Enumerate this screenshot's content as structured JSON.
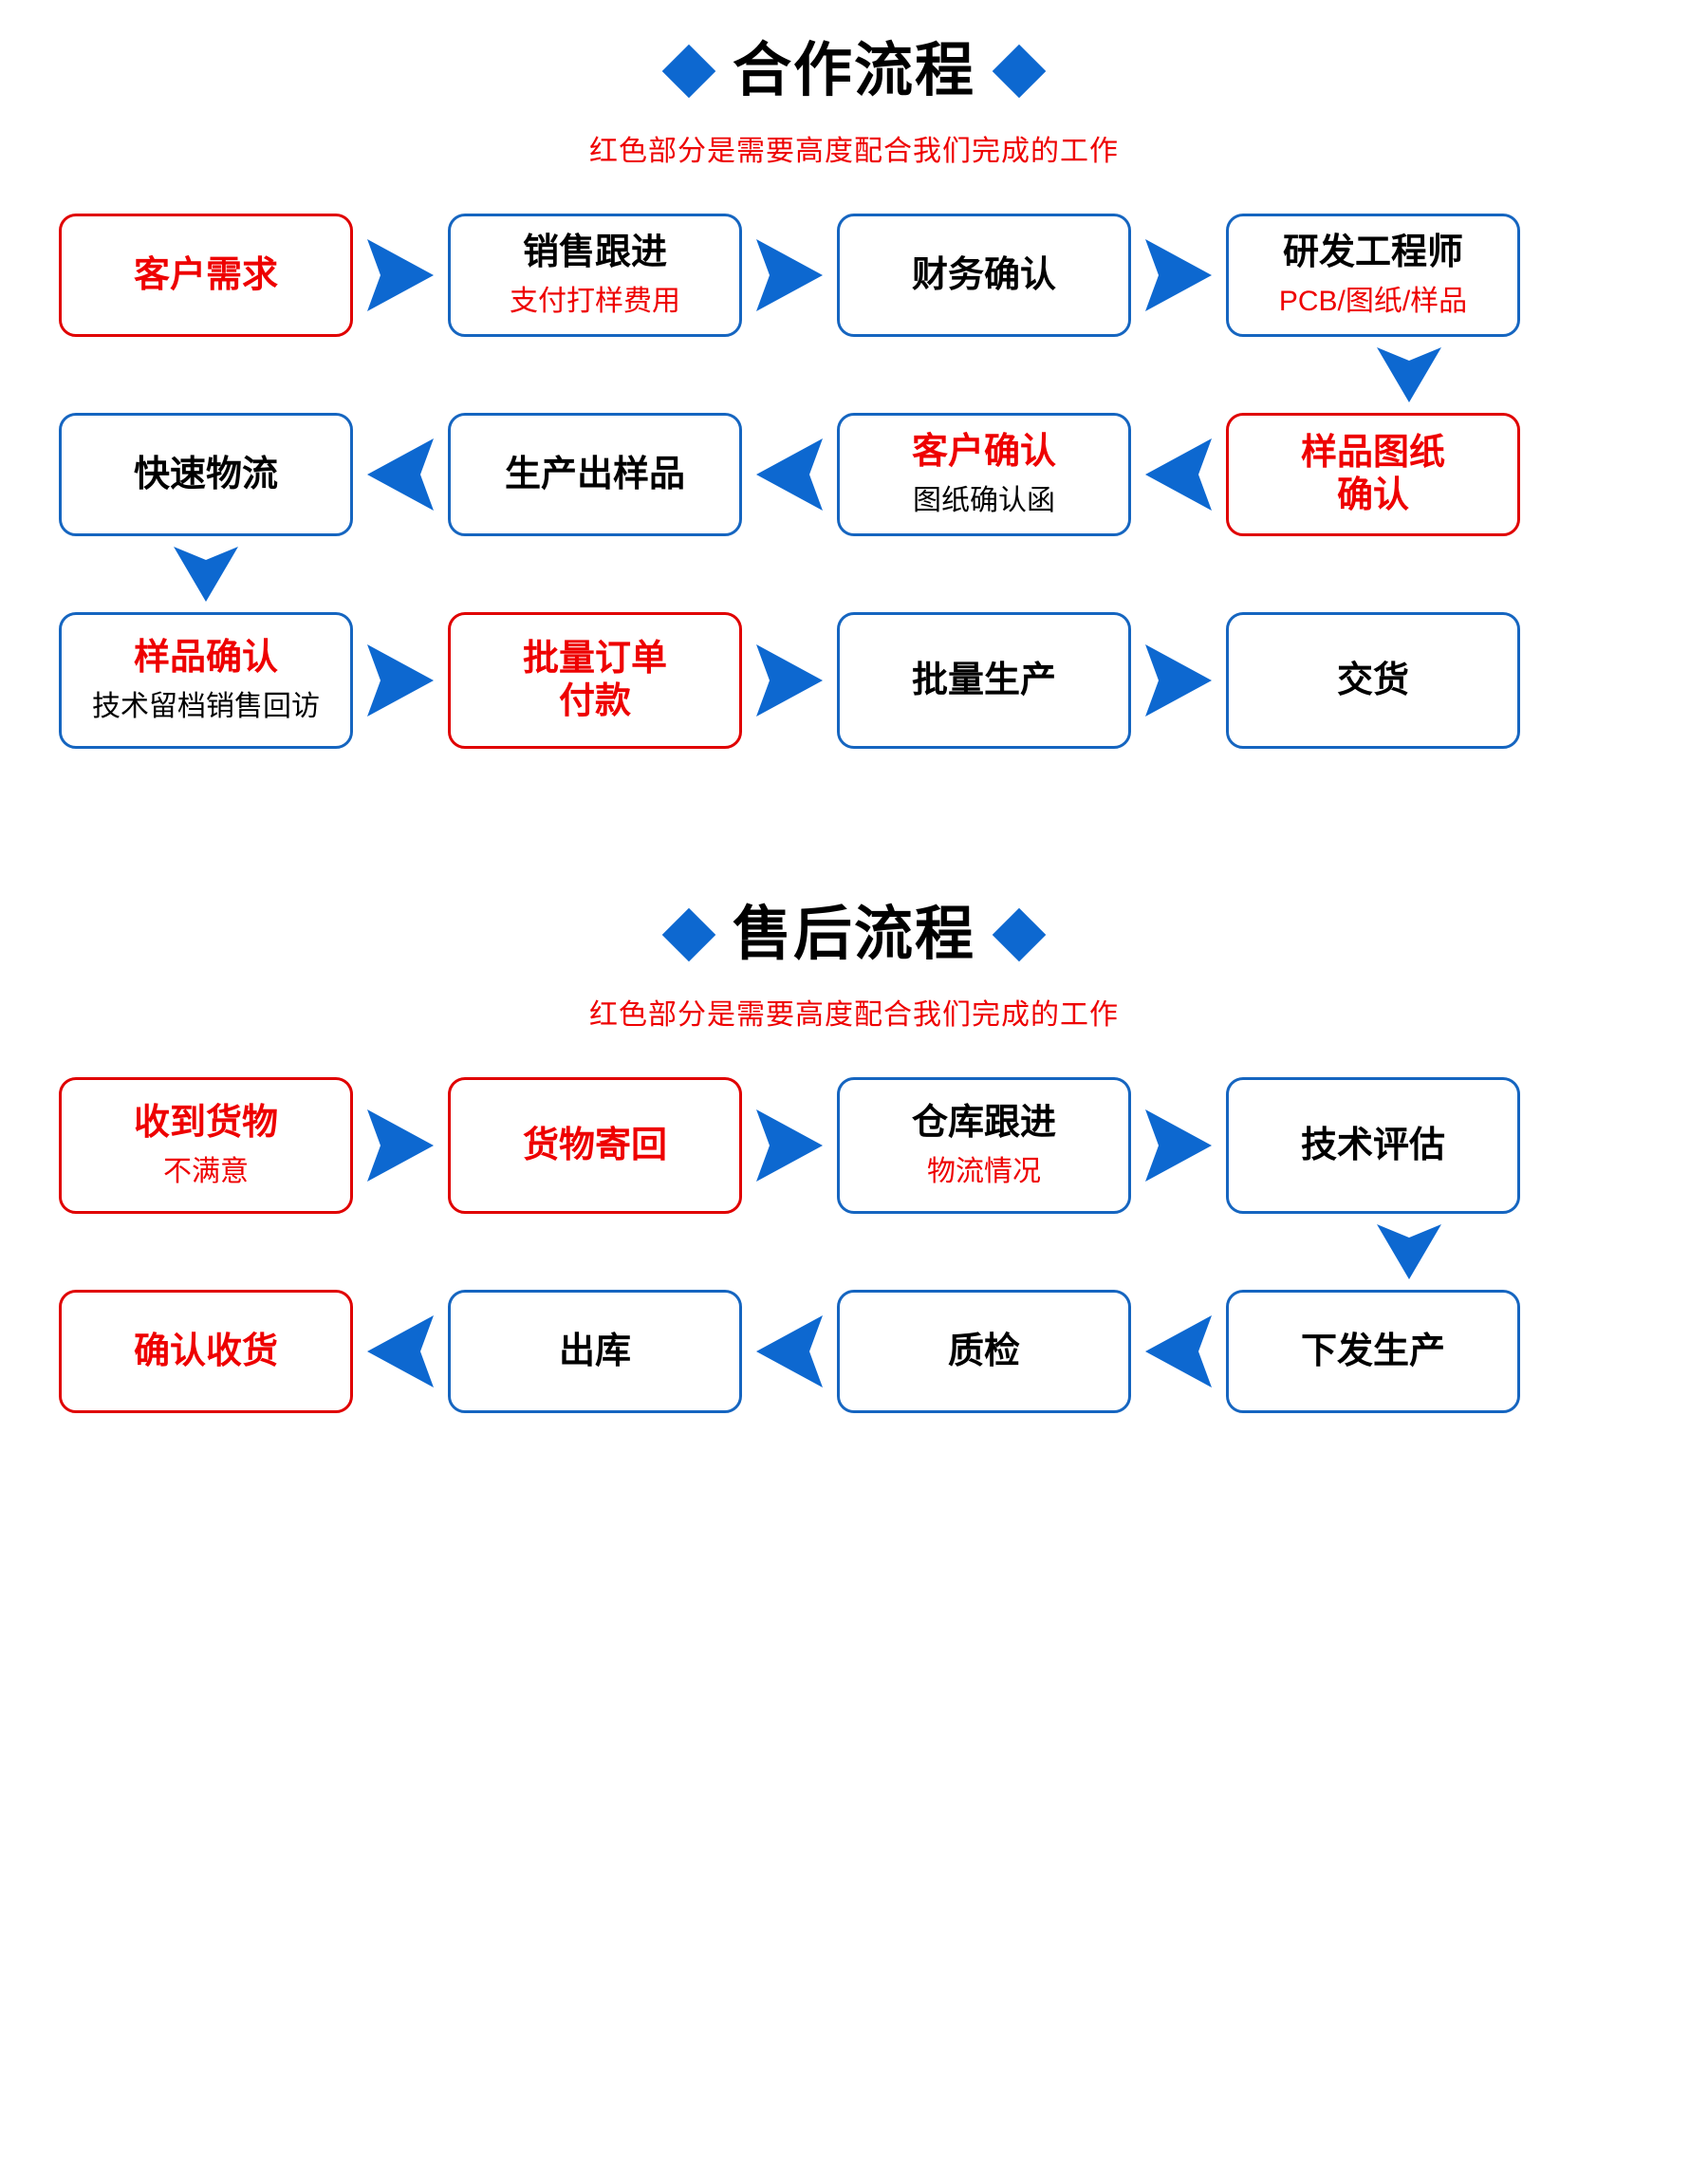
{
  "sections": [
    {
      "id": "cooperation",
      "title": "合作流程",
      "subtitle": "红色部分是需要高度配合我们完成的工作",
      "rows": [
        {
          "direction": "right",
          "nodes": [
            {
              "title": "客户需求",
              "title_color": "red",
              "border": "red",
              "sub": "",
              "sub_color": ""
            },
            {
              "title": "销售跟进",
              "title_color": "black",
              "border": "blue",
              "sub": "支付打样费用",
              "sub_color": "red"
            },
            {
              "title": "财务确认",
              "title_color": "black",
              "border": "blue",
              "sub": "",
              "sub_color": ""
            },
            {
              "title": "研发工程师",
              "title_color": "black",
              "border": "blue",
              "sub": "PCB/图纸/样品",
              "sub_color": "red"
            }
          ]
        },
        {
          "direction": "left",
          "nodes": [
            {
              "title": "快速物流",
              "title_color": "black",
              "border": "blue",
              "sub": "",
              "sub_color": ""
            },
            {
              "title": "生产出样品",
              "title_color": "black",
              "border": "blue",
              "sub": "",
              "sub_color": ""
            },
            {
              "title": "客户确认",
              "title_color": "red",
              "border": "blue",
              "sub": "图纸确认函",
              "sub_color": "black"
            },
            {
              "title": "样品图纸\n确认",
              "title_color": "red",
              "border": "red",
              "sub": "",
              "sub_color": ""
            }
          ]
        },
        {
          "direction": "right",
          "nodes": [
            {
              "title": "样品确认",
              "title_color": "red",
              "border": "blue",
              "sub": "技术留档销售回访",
              "sub_color": "black"
            },
            {
              "title": "批量订单\n付款",
              "title_color": "red",
              "border": "red",
              "sub": "",
              "sub_color": ""
            },
            {
              "title": "批量生产",
              "title_color": "black",
              "border": "blue",
              "sub": "",
              "sub_color": ""
            },
            {
              "title": "交货",
              "title_color": "black",
              "border": "blue",
              "sub": "",
              "sub_color": ""
            }
          ]
        }
      ],
      "down_connectors": [
        "right-end",
        "left-end"
      ]
    },
    {
      "id": "after-sales",
      "title": "售后流程",
      "subtitle": "红色部分是需要高度配合我们完成的工作",
      "rows": [
        {
          "direction": "right",
          "nodes": [
            {
              "title": "收到货物",
              "title_color": "red",
              "border": "red",
              "sub": "不满意",
              "sub_color": "red"
            },
            {
              "title": "货物寄回",
              "title_color": "red",
              "border": "red",
              "sub": "",
              "sub_color": ""
            },
            {
              "title": "仓库跟进",
              "title_color": "black",
              "border": "blue",
              "sub": "物流情况",
              "sub_color": "red"
            },
            {
              "title": "技术评估",
              "title_color": "black",
              "border": "blue",
              "sub": "",
              "sub_color": ""
            }
          ]
        },
        {
          "direction": "left",
          "nodes": [
            {
              "title": "确认收货",
              "title_color": "red",
              "border": "red",
              "sub": "",
              "sub_color": ""
            },
            {
              "title": "出库",
              "title_color": "black",
              "border": "blue",
              "sub": "",
              "sub_color": ""
            },
            {
              "title": "质检",
              "title_color": "black",
              "border": "blue",
              "sub": "",
              "sub_color": ""
            },
            {
              "title": "下发生产",
              "title_color": "black",
              "border": "blue",
              "sub": "",
              "sub_color": ""
            }
          ]
        }
      ],
      "down_connectors": [
        "right-end"
      ]
    }
  ],
  "colors": {
    "accent_blue": "#0d68d0",
    "border_blue": "#1565c0",
    "accent_red": "#ee0000",
    "border_red": "#e00000",
    "text_black": "#000000",
    "background": "#ffffff"
  },
  "icons": {
    "diamond": "diamond-bullet-icon",
    "arrow_right": "arrow-right-icon",
    "arrow_left": "arrow-left-icon",
    "arrow_down": "arrow-down-icon"
  }
}
